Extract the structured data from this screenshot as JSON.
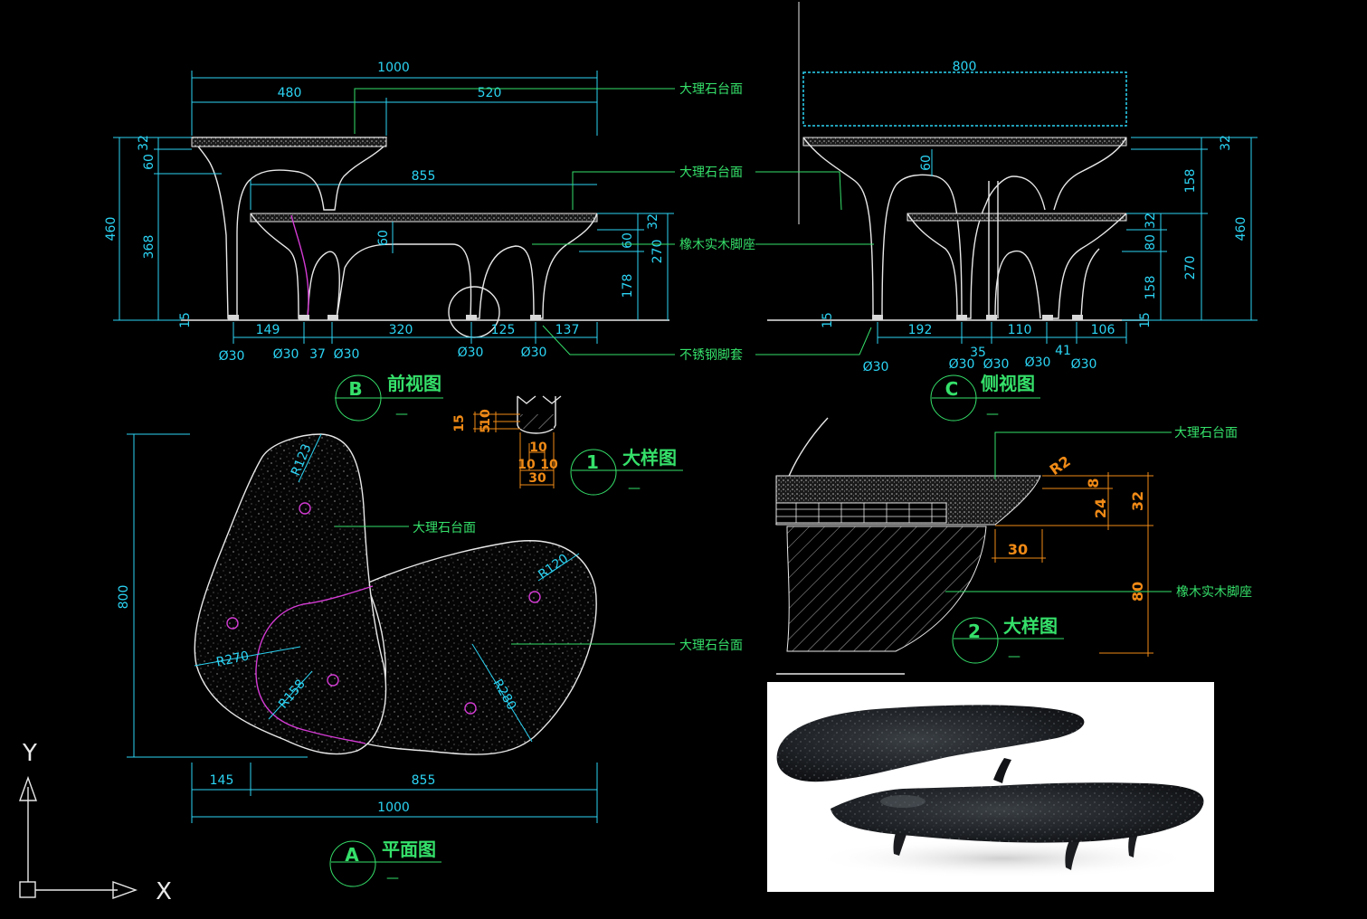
{
  "views": {
    "front": {
      "badge": "B",
      "title": "前视图",
      "sub": "—"
    },
    "side": {
      "badge": "C",
      "title": "侧视图",
      "sub": "—"
    },
    "plan": {
      "badge": "A",
      "title": "平面图",
      "sub": "—"
    },
    "detail1": {
      "badge": "1",
      "title": "大样图",
      "sub": "—"
    },
    "detail2": {
      "badge": "2",
      "title": "大样图",
      "sub": "—"
    }
  },
  "labels": {
    "marble_top": "大理石台面",
    "oak_base": "橡木实木脚座",
    "steel_sleeve": "不锈钢脚套"
  },
  "front_dims": {
    "total": "1000",
    "left": "480",
    "right": "520",
    "lower": "855",
    "h_total": "460",
    "h_top": "32",
    "h_60": "60",
    "h_368": "368",
    "h_15": "15",
    "r_32": "32",
    "r_60": "60",
    "r_270": "270",
    "r_178": "178",
    "m_60": "60",
    "b_149": "149",
    "b_37": "37",
    "b_320": "320",
    "b_125": "125",
    "b_137": "137",
    "d1": "Ø30",
    "d2": "Ø30",
    "d3": "Ø30",
    "d4": "Ø30",
    "d5": "Ø30"
  },
  "side_dims": {
    "top": "800",
    "m_60": "60",
    "l_15": "15",
    "r_32": "32",
    "r_158": "158",
    "r_32b": "32",
    "r_80": "80",
    "r_158b": "158",
    "r_15": "15",
    "r_270": "270",
    "r_460": "460",
    "b_192": "192",
    "b_35": "35",
    "b_110": "110",
    "b_41": "41",
    "b_106": "106",
    "d1": "Ø30",
    "d2": "Ø30",
    "d3": "Ø30",
    "d4": "Ø30",
    "d5": "Ø30"
  },
  "detail1_dims": {
    "h15": "15",
    "h10": "10",
    "h5": "5",
    "w10": "10",
    "w10a": "10",
    "w10b": "10",
    "w30": "30"
  },
  "detail2_dims": {
    "r2": "R2",
    "v8": "8",
    "v24": "24",
    "v32": "32",
    "w30": "30",
    "v80": "80"
  },
  "plan_dims": {
    "r123": "R123",
    "r120": "R120",
    "r270": "R270",
    "r158": "R158",
    "r280": "R280",
    "h800": "800",
    "w145": "145",
    "w855": "855",
    "w1000": "1000"
  },
  "ucs": {
    "x": "X",
    "y": "Y"
  }
}
